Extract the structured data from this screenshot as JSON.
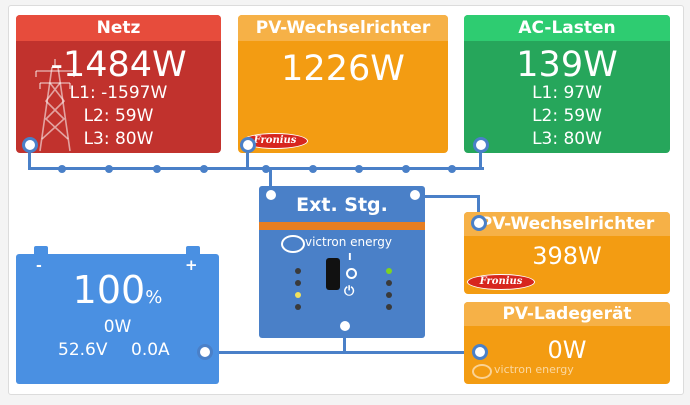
{
  "grid": {
    "title": "Netz",
    "power": "-1484W",
    "phases": [
      "L1: -1597W",
      "L2: 59W",
      "L3: 80W"
    ],
    "color": "#e74c3c"
  },
  "pv_inverter": {
    "title": "PV-Wechselrichter",
    "power": "1226W",
    "brand": "Fronius",
    "color": "#f39c12"
  },
  "ac_loads": {
    "title": "AC-Lasten",
    "power": "139W",
    "phases": [
      "L1: 97W",
      "L2: 59W",
      "L3: 80W"
    ],
    "color": "#2ecc71"
  },
  "inverter": {
    "title": "Ext. Stg.",
    "brand": "victron energy",
    "switch_on": "I",
    "color": "#4a80c8"
  },
  "pv_inverter_output": {
    "title": "PV-Wechselrichter",
    "power": "398W",
    "brand": "Fronius"
  },
  "battery": {
    "soc": "100",
    "soc_unit": "%",
    "power": "0W",
    "voltage": "52.6V",
    "current": "0.0A",
    "minus": "-",
    "plus": "+",
    "color": "#4a90e2"
  },
  "pv_charger": {
    "title": "PV-Ladegerät",
    "power": "0W",
    "brand": "victron energy"
  }
}
